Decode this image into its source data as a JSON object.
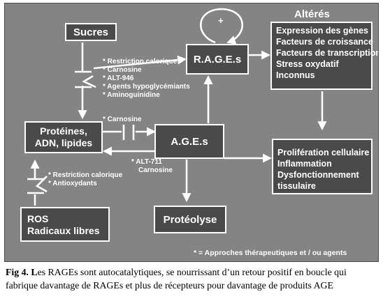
{
  "figure": {
    "boxes": {
      "sucres": "Sucres",
      "rages": "R.A.G.E.s",
      "ages": "A.G.E.s",
      "proteines": [
        "Protéines,",
        "ADN, lipides"
      ],
      "ros": [
        "ROS",
        "Radicaux libres"
      ],
      "proteolyse": "Protéolyse",
      "alteres_title": "Altérés",
      "alteres_items": [
        "Expression des gènes",
        "Facteurs de croissance",
        "Facteurs de transcription",
        "Stress oxydatif",
        "Inconnus"
      ],
      "proliferation_items": [
        "Prolifération cellulaire",
        "Inflammation",
        "Dysfonctionnement",
        "tissulaire"
      ]
    },
    "labels": {
      "loop_plus": "+",
      "sucres_inhibitors": [
        "* Restriction calorique",
        "* Carnosine",
        "* ALT-946",
        "* Agents hypoglycémiants",
        "* Aminoguinidine"
      ],
      "carnosine_top": "* Carnosine",
      "ages_inhibitors": [
        "* ALT-711",
        "Carnosine"
      ],
      "ros_inhibitors": [
        "* Restriction calorique",
        "* Antioxydants"
      ],
      "legend": "* = Approches thérapeutiques et / ou agents"
    }
  },
  "caption": {
    "fig_label": "Fig 4. L",
    "line1_rest": "es RAGEs sont autocatalytiques, se nourrissant d’un retour positif en boucle qui",
    "line2": "fabrique davantage de RAGEs et plus de récepteurs pour davantage de produits AGE"
  }
}
